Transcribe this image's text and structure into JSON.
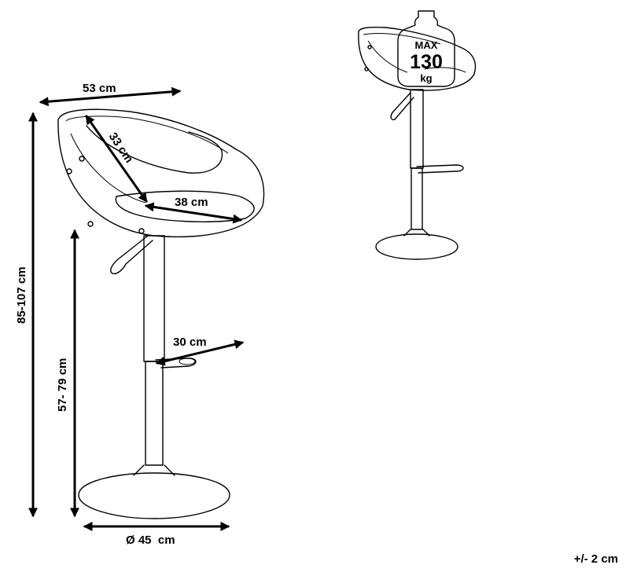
{
  "dimensions": {
    "width": "53 cm",
    "backrest_depth": "33 cm",
    "seat_width": "38 cm",
    "total_height": "85-107 cm",
    "seat_height": "57- 79 cm",
    "footrest": "30 cm",
    "base": "Ø 45  cm"
  },
  "weight_badge": {
    "line1": "MAX",
    "line2": "130",
    "line3": "kg"
  },
  "tolerance": "+/- 2 cm"
}
